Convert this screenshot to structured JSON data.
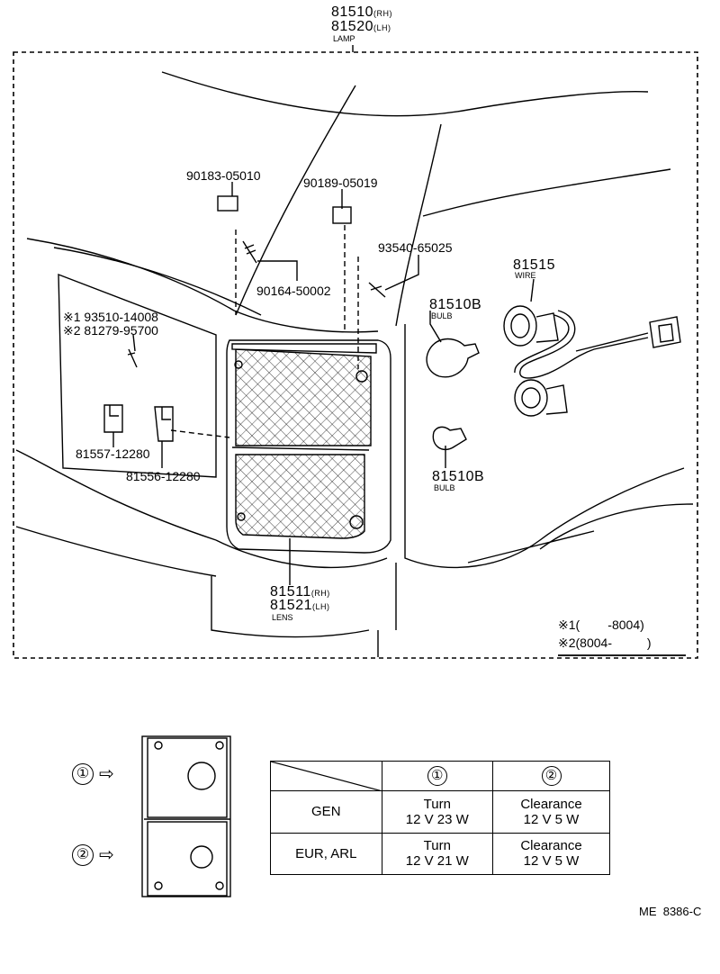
{
  "lamp": {
    "part_rh": "81510",
    "rh": "(RH)",
    "part_lh": "81520",
    "lh": "(LH)",
    "name": "LAMP"
  },
  "callouts": {
    "clip_a": "90183-05010",
    "clip_b": "90189-05019",
    "screw_top": "90164-50002",
    "screw_right": "93540-65025",
    "note1_mark": "※1",
    "note1_part": "93510-14008",
    "note2_mark": "※2",
    "note2_part": "81279-95700",
    "bracket_a": "81557-12280",
    "bracket_b": "81556-12280",
    "wire_part": "81515",
    "wire_name": "WIRE",
    "bulb_upper_part": "81510B",
    "bulb_upper_name": "BULB",
    "bulb_lower_part": "81510B",
    "bulb_lower_name": "BULB",
    "lens_rh_part": "81511",
    "lens_rh": "(RH)",
    "lens_lh_part": "81521",
    "lens_lh": "(LH)",
    "lens_name": "LENS"
  },
  "notes": {
    "line1": "※1(        -8004)",
    "line2": "※2(8004-          )"
  },
  "side": {
    "marker1": "①",
    "marker2": "②",
    "arrow": "⇨"
  },
  "table": {
    "col1": "①",
    "col2": "②",
    "rows": [
      {
        "label": "GEN",
        "c1_a": "Turn",
        "c1_b": "12 V 23 W",
        "c2_a": "Clearance",
        "c2_b": "12 V 5 W"
      },
      {
        "label": "EUR, ARL",
        "c1_a": "Turn",
        "c1_b": "12 V 21 W",
        "c2_a": "Clearance",
        "c2_b": "12 V 5 W"
      }
    ]
  },
  "footer": {
    "code": "ME  8386-C"
  }
}
